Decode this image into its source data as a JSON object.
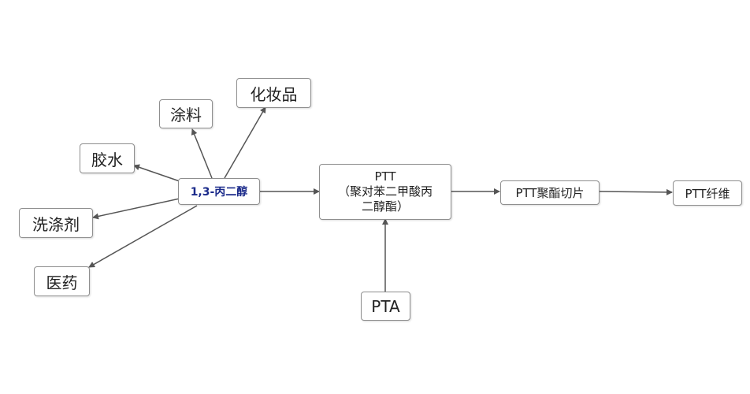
{
  "nodes": {
    "cosmetics": "化妆品",
    "coating": "涂料",
    "glue": "胶水",
    "detergent": "洗涤剂",
    "medicine": "医药",
    "pdo": "1,3-丙二醇",
    "ptt_line1": "PTT",
    "ptt_line2": "（聚对苯二甲酸丙",
    "ptt_line3": "二醇酯）",
    "pta": "PTA",
    "chips": "PTT聚酯切片",
    "fiber": "PTT纤维"
  },
  "colors": {
    "arrow": "#555555",
    "hub_text": "#1a2a8a",
    "border": "#8f8f8f"
  }
}
